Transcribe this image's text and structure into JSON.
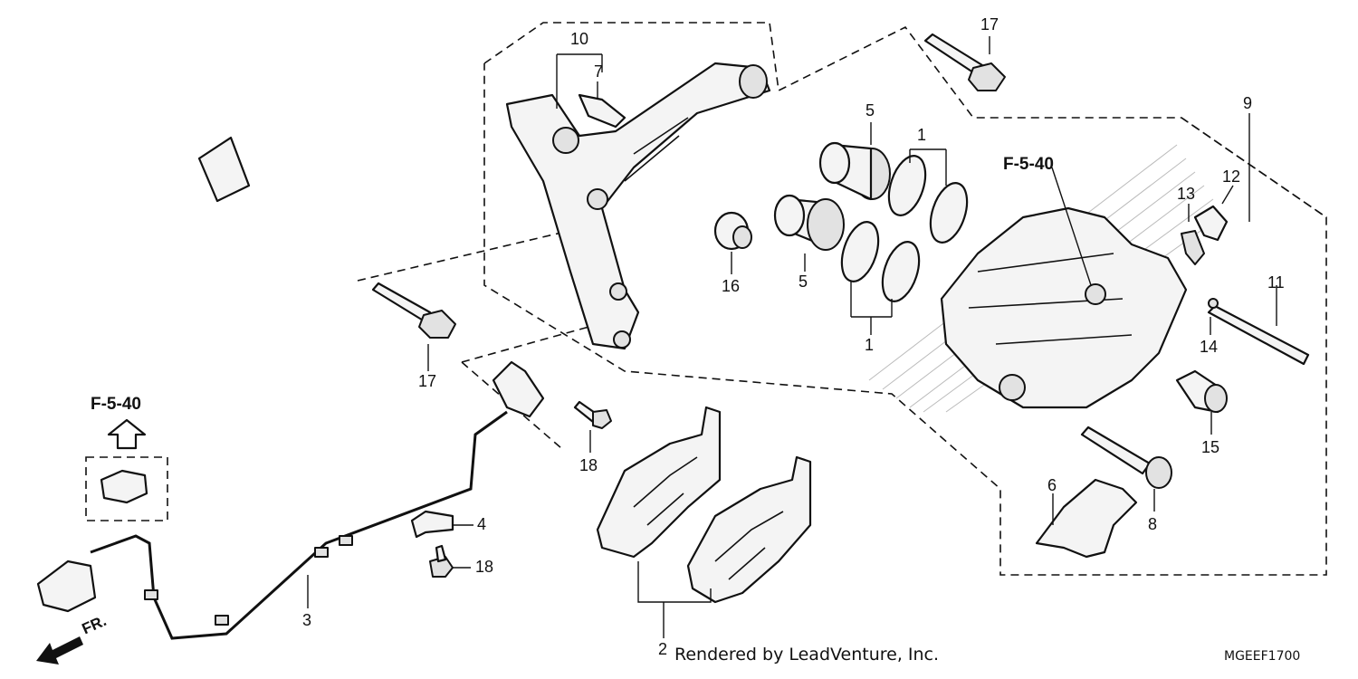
{
  "callouts": [
    "10",
    "7",
    "17",
    "5",
    "1",
    "9",
    "12",
    "13",
    "16",
    "5",
    "1",
    "11",
    "14",
    "17",
    "15",
    "18",
    "6",
    "8",
    "4",
    "18",
    "3",
    "2"
  ],
  "refs": [
    "F-5-40",
    "F-5-40"
  ],
  "direction": "FR.",
  "watermark": "Rendered by LeadVenture, Inc.",
  "diagram_code": "MGEEF1700",
  "icons": [
    "up-arrow-icon",
    "fr-arrow-icon"
  ]
}
